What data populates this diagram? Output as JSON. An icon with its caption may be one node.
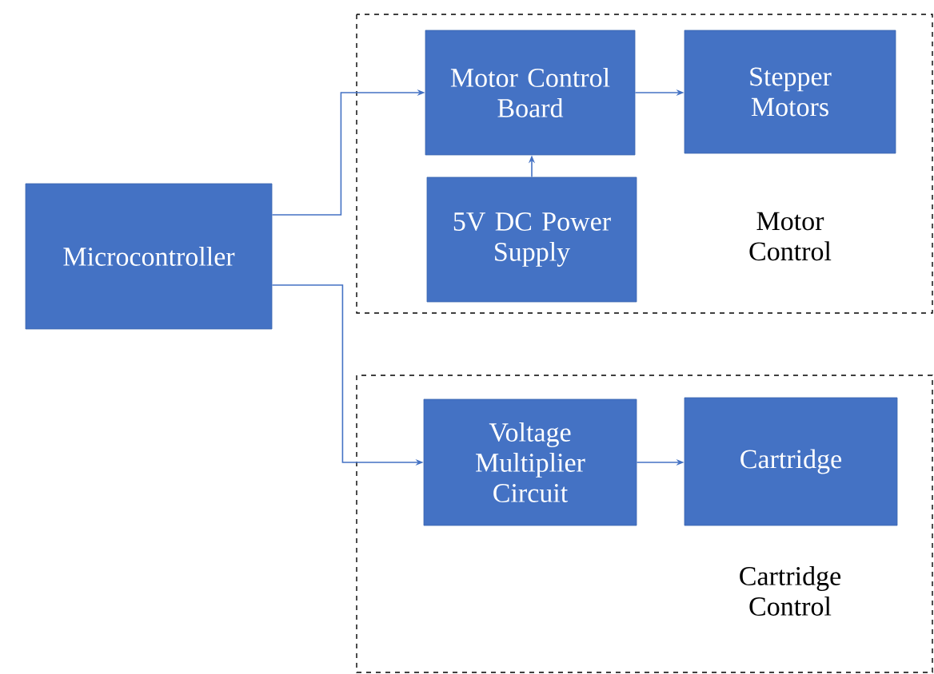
{
  "diagram": {
    "nodes": [
      {
        "text": [
          "Microcontroller"
        ]
      },
      {
        "text": [
          "Motor Control"
        ]
      },
      {
        "text": [
          "Motor Control Board"
        ],
        "in": 1
      },
      {
        "text": [
          "Stepper Motors"
        ],
        "in": 1
      },
      {
        "text": [
          "5V DC Power Supply"
        ],
        "in": 1
      },
      {
        "text": [
          "Cartridge Control"
        ]
      },
      {
        "text": [
          "Voltage Multiplier Circuit"
        ],
        "in": 5
      },
      {
        "text": [
          "Cartridge"
        ],
        "in": 5
      }
    ],
    "edges": [
      {
        "from": 0,
        "to": 2,
        "arrow": "to"
      },
      {
        "from": 0,
        "to": 6,
        "arrow": "to"
      },
      {
        "from": 2,
        "to": 3,
        "arrow": "to"
      },
      {
        "from": 4,
        "to": 2,
        "arrow": "to"
      },
      {
        "from": 6,
        "to": 7,
        "arrow": "to"
      }
    ]
  }
}
